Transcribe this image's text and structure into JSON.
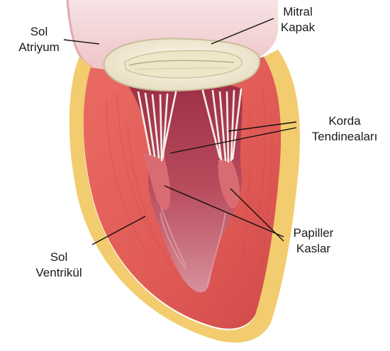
{
  "labels": {
    "left_atrium": [
      "Sol",
      "Atriyum"
    ],
    "mitral_valve": [
      "Mitral",
      "Kapak"
    ],
    "chordae": [
      "Korda",
      "Tendineaları"
    ],
    "papillary": [
      "Papiller",
      "Kaslar"
    ],
    "left_ventricle": [
      "Sol",
      "Ventrikül"
    ]
  },
  "colors": {
    "myocardium": "#e8645f",
    "myocardium_dark": "#c9403f",
    "cavity": "#a8364a",
    "cavity_light": "#d98590",
    "epicardium_fat": "#f2cc6e",
    "atrium": "#f3d3d6",
    "valve": "#f4ecd3",
    "chordae": "#f6eee8",
    "leader_line": "#111111"
  }
}
